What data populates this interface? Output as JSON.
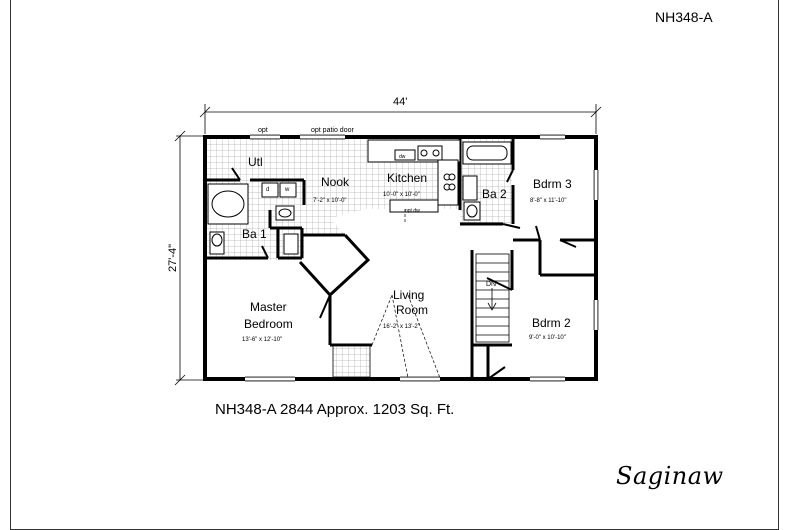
{
  "header": {
    "model_code": "NH348-A"
  },
  "footer": {
    "caption": "NH348-A 2844  Approx. 1203 Sq. Ft.",
    "plan_name": "Saginaw"
  },
  "dimensions": {
    "width": "44'",
    "depth": "27'-4\""
  },
  "notes": {
    "opt": "opt",
    "opt_patio_door": "opt patio door",
    "dw": "dw",
    "opt_dw": "opt dw",
    "d": "d",
    "w": "w",
    "dn": "DN"
  },
  "rooms": {
    "util": {
      "name": "Utl"
    },
    "nook": {
      "name": "Nook",
      "size": "7'-2\" x 10'-0\""
    },
    "kitchen": {
      "name": "Kitchen",
      "size": "10'-0\" x 10'-0\""
    },
    "ba1": {
      "name": "Ba 1"
    },
    "ba2": {
      "name": "Ba 2"
    },
    "bdrm3": {
      "name": "Bdrm 3",
      "size": "8'-8\" x 11'-10\""
    },
    "master": {
      "name_line1": "Master",
      "name_line2": "Bedroom",
      "size": "13'-6\" x 12'-10\""
    },
    "living": {
      "name_line1": "Living",
      "name_line2": "Room",
      "size": "16'-2\" x 13'-2\""
    },
    "bdrm2": {
      "name": "Bdrm 2",
      "size": "9'-0\" x 10'-10\""
    }
  }
}
